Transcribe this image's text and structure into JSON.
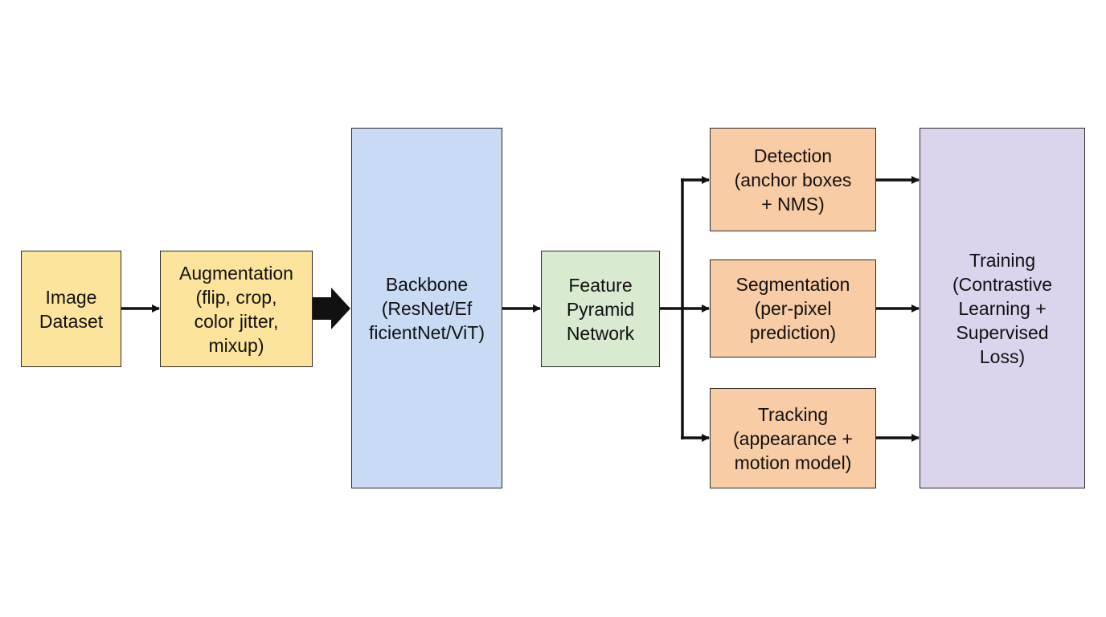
{
  "colors": {
    "yellow": "#FCE49C",
    "blue": "#C8DAF4",
    "green": "#D8EAD0",
    "orange": "#F8CCA4",
    "purple": "#DCD4EC",
    "stroke": "#1a1a1a"
  },
  "nodes": {
    "image_dataset": {
      "lines": [
        "Image",
        "Dataset"
      ]
    },
    "augmentation": {
      "lines": [
        "Augmentation",
        "(flip, crop,",
        "color jitter,",
        "mixup)"
      ]
    },
    "backbone": {
      "lines": [
        "Backbone",
        "(ResNet/Ef",
        "ficientNet/ViT)"
      ]
    },
    "fpn": {
      "lines": [
        "Feature",
        "Pyramid",
        "Network"
      ]
    },
    "detection": {
      "lines": [
        "Detection",
        "(anchor boxes",
        "+ NMS)"
      ]
    },
    "segmentation": {
      "lines": [
        "Segmentation",
        "(per-pixel",
        "prediction)"
      ]
    },
    "tracking": {
      "lines": [
        "Tracking",
        "(appearance +",
        "motion model)"
      ]
    },
    "training": {
      "lines": [
        "Training",
        "(Contrastive",
        "Learning +",
        "Supervised",
        "Loss)"
      ]
    }
  }
}
